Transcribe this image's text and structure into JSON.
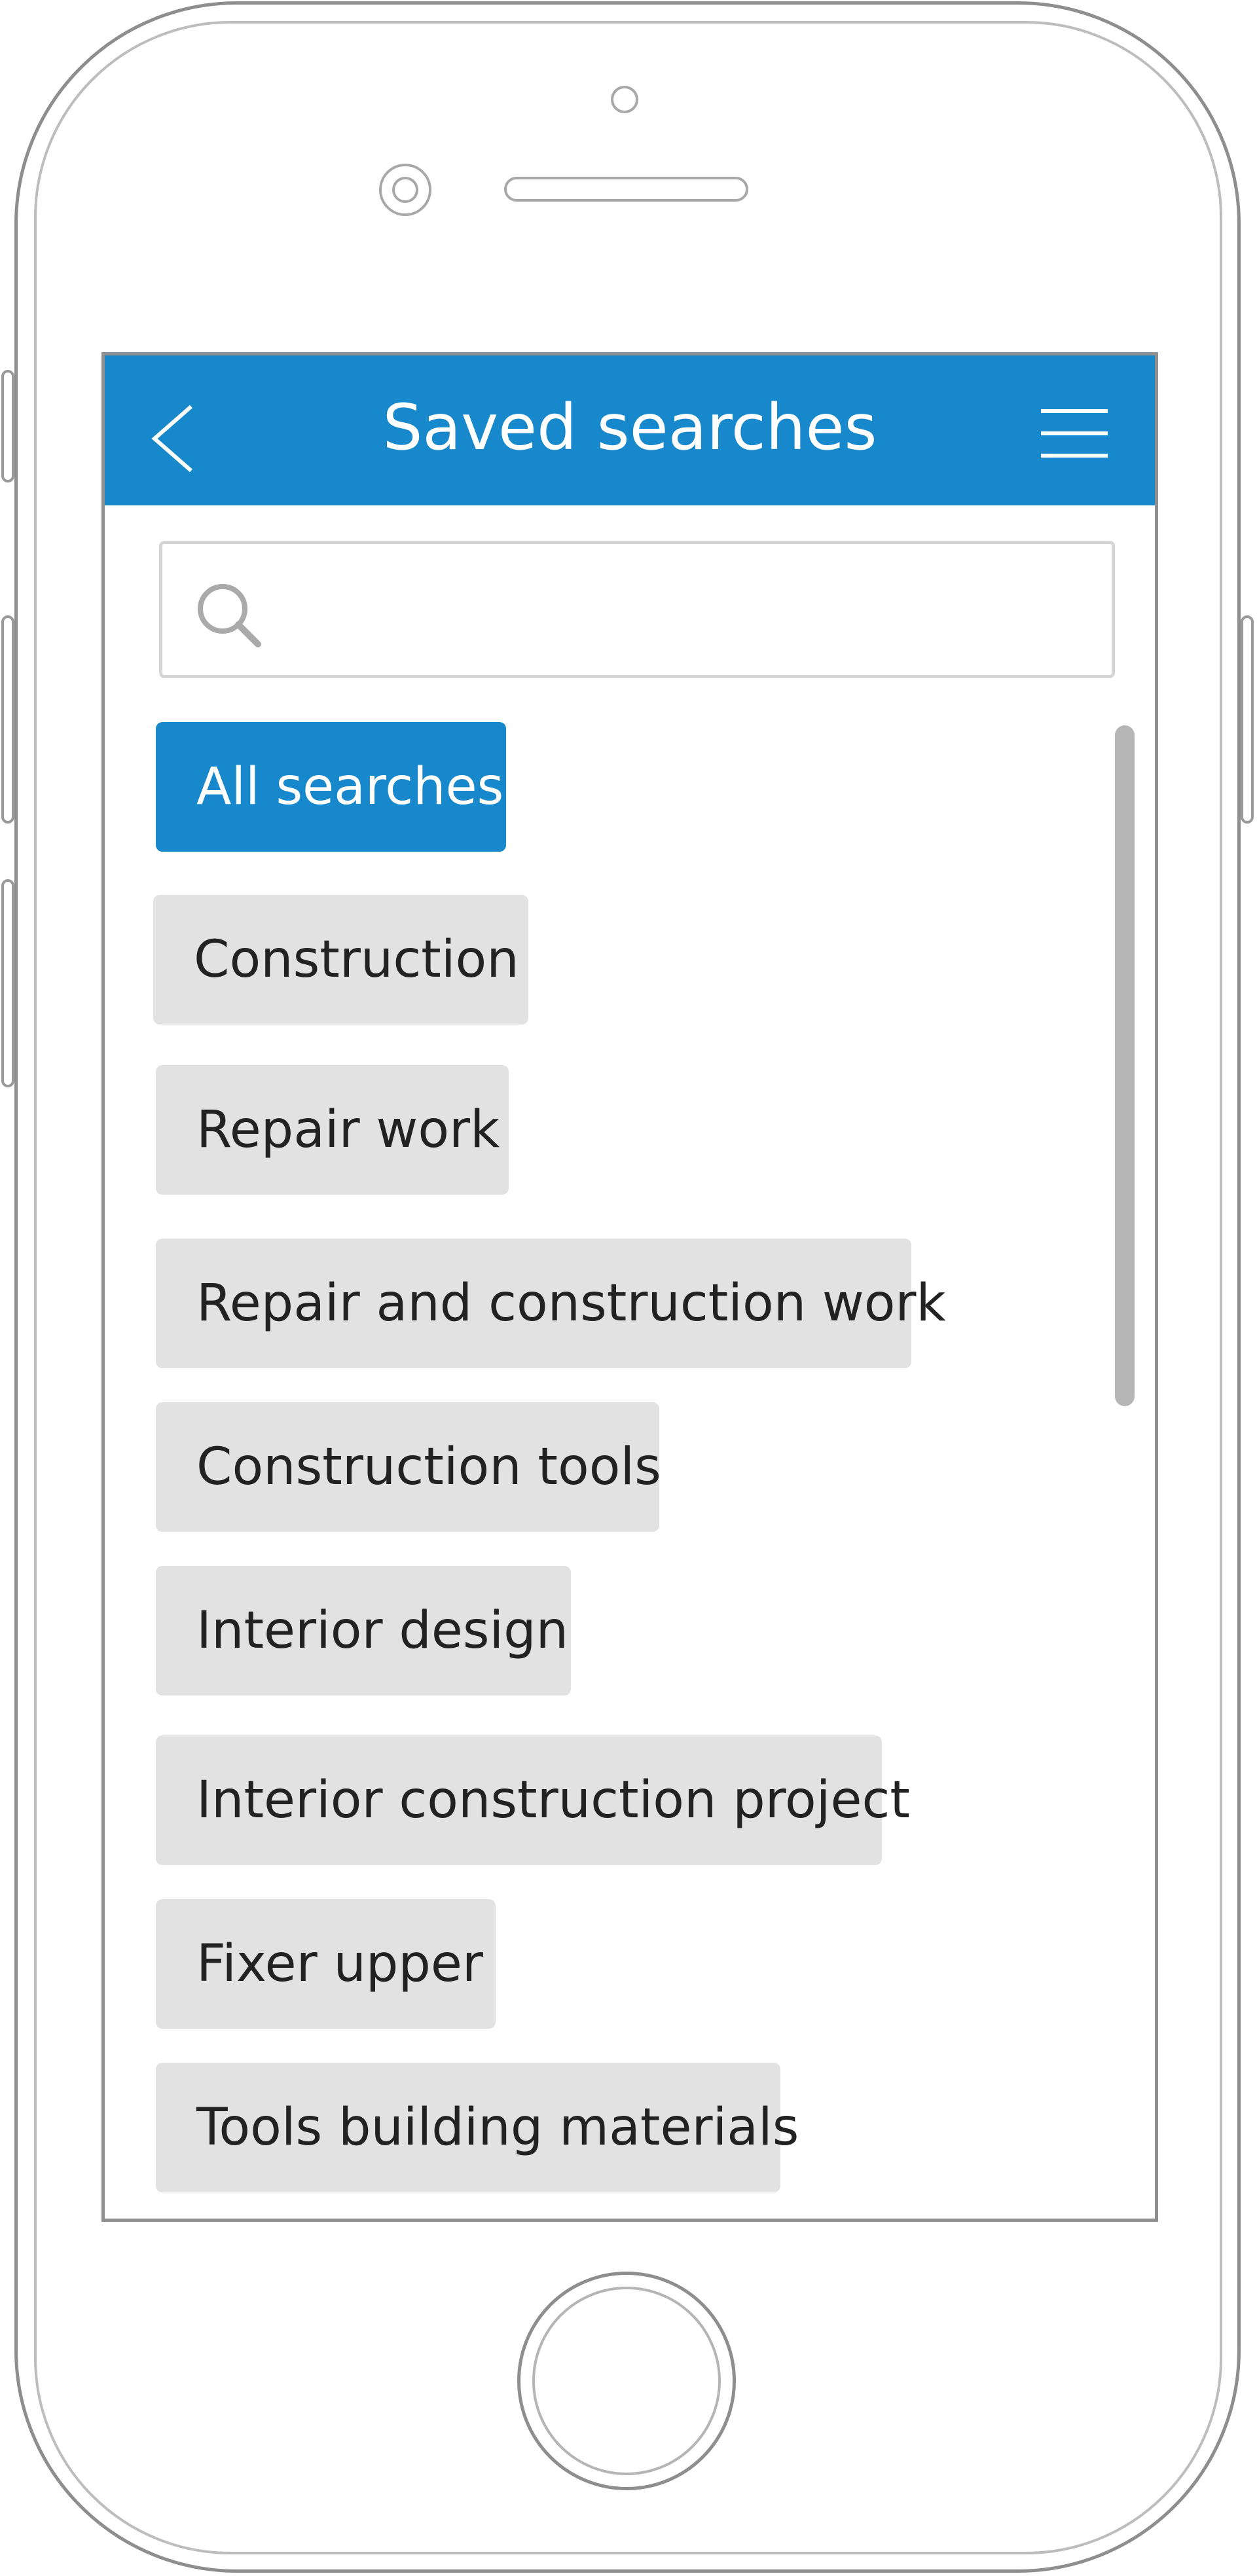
{
  "header": {
    "title": "Saved searches",
    "back_icon": "chevron-left-icon",
    "menu_icon": "hamburger-menu-icon",
    "color": "#1788cb"
  },
  "search": {
    "placeholder": "",
    "value": "",
    "icon": "search-icon"
  },
  "searches": {
    "items": [
      {
        "label": "All searches",
        "active": true
      },
      {
        "label": "Construction",
        "active": false
      },
      {
        "label": "Repair work",
        "active": false
      },
      {
        "label": "Repair and construction work",
        "active": false
      },
      {
        "label": "Construction tools",
        "active": false
      },
      {
        "label": "Interior design",
        "active": false
      },
      {
        "label": "Interior construction project",
        "active": false
      },
      {
        "label": "Fixer upper",
        "active": false
      },
      {
        "label": "Tools building materials",
        "active": false
      }
    ]
  }
}
